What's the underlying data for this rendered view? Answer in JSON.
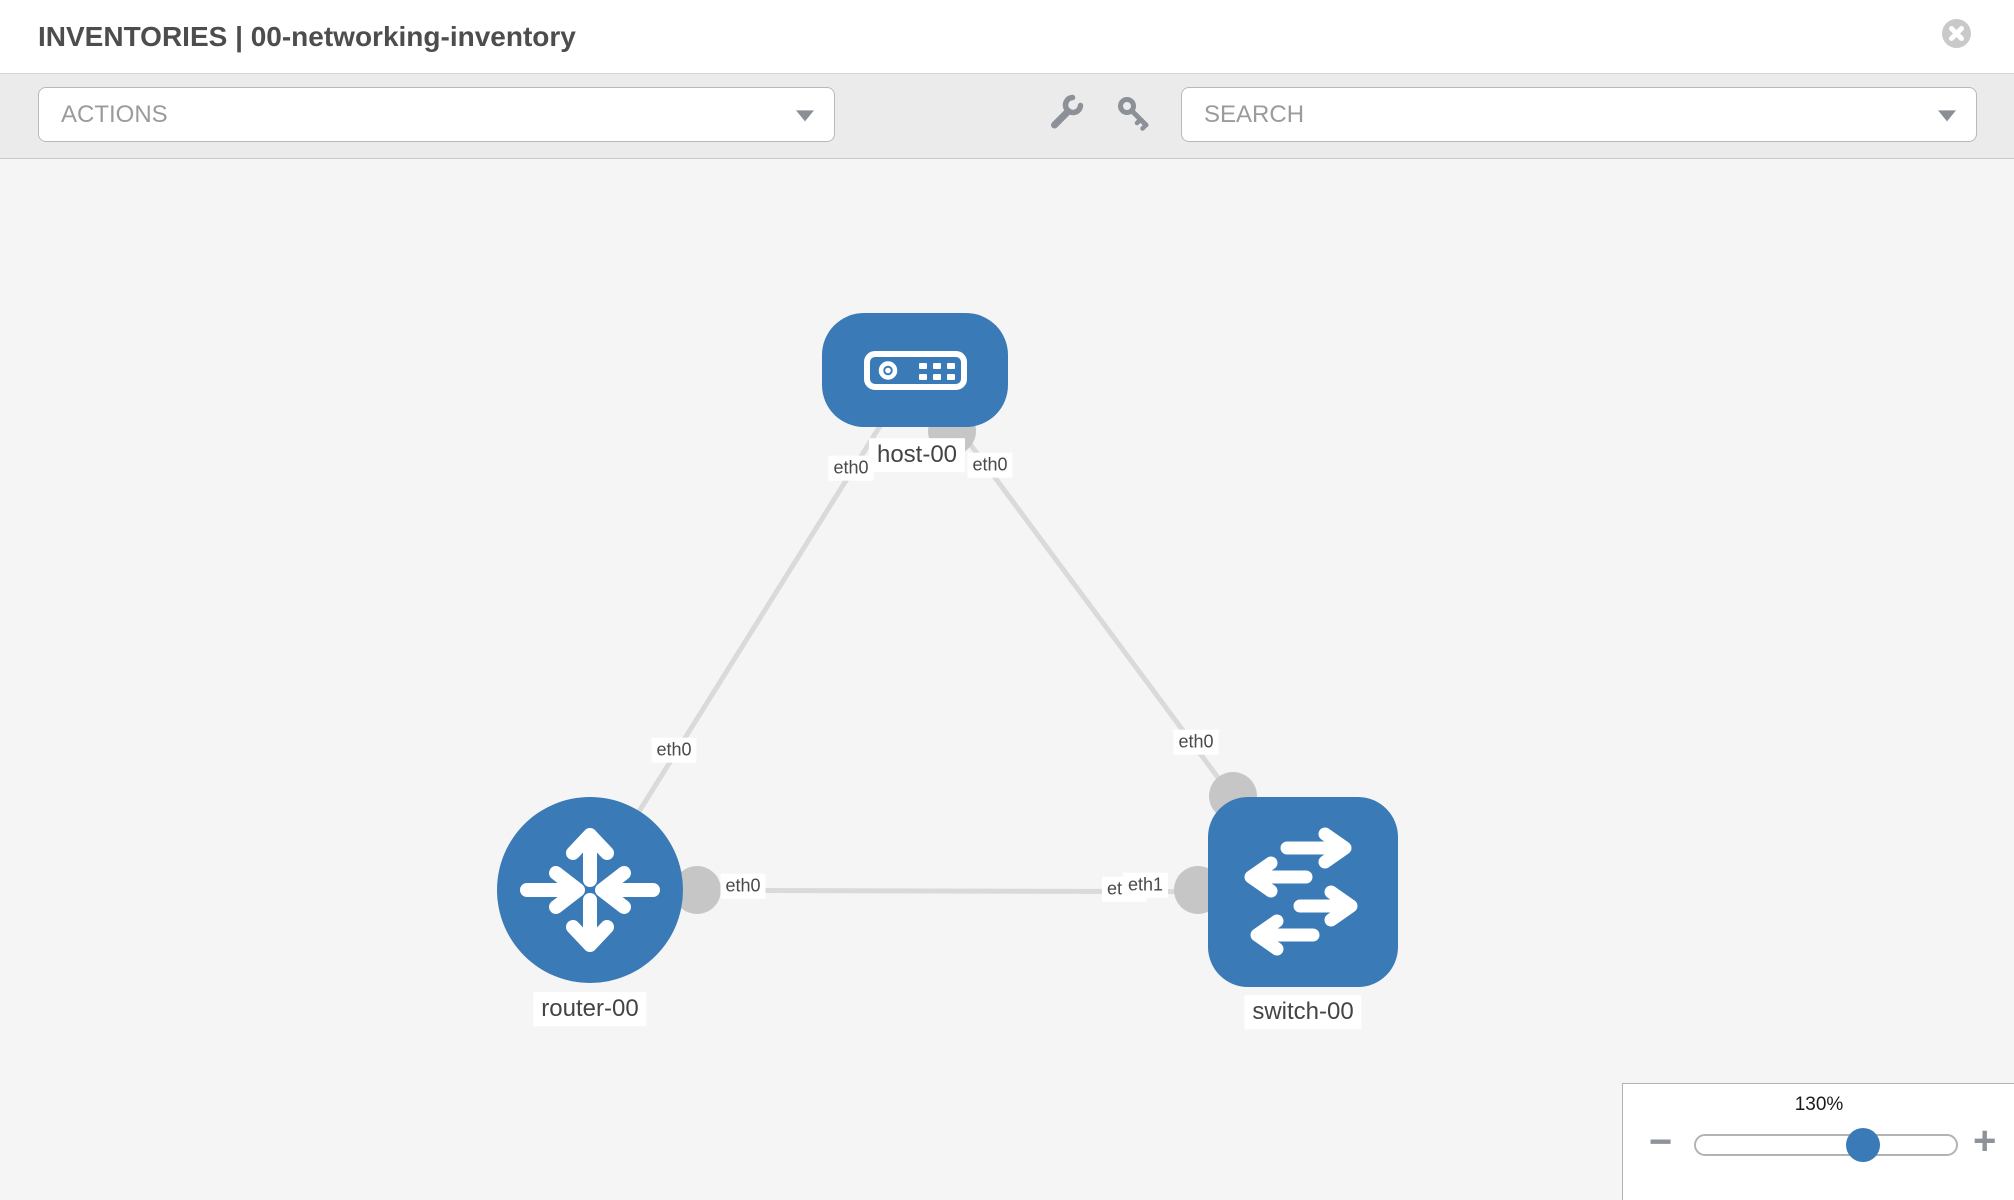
{
  "header": {
    "title": "INVENTORIES | 00-networking-inventory"
  },
  "toolbar": {
    "actions_label": "ACTIONS",
    "search_label": "SEARCH",
    "icons": [
      "wrench-icon",
      "key-icon"
    ]
  },
  "topology": {
    "nodes": [
      {
        "id": "host-00",
        "type": "host",
        "label": "host-00"
      },
      {
        "id": "router-00",
        "type": "router",
        "label": "router-00"
      },
      {
        "id": "switch-00",
        "type": "switch",
        "label": "switch-00"
      }
    ],
    "links": [
      {
        "source": "host-00",
        "source_interface": "eth0",
        "target": "router-00",
        "target_interface": "eth0"
      },
      {
        "source": "host-00",
        "source_interface": "eth0",
        "target": "switch-00",
        "target_interface": "eth0"
      },
      {
        "source": "router-00",
        "source_interface": "eth0",
        "target": "switch-00",
        "target_interface": "eth1",
        "target_interface_overlapped": "eth0"
      }
    ]
  },
  "zoom_control": {
    "level": "130%",
    "decrease_label": "−",
    "increase_label": "+"
  },
  "colors": {
    "node_blue": "#3a7ab7",
    "link_gray": "#dadada",
    "interface_gray": "#c6c6c6",
    "canvas_bg": "#f5f5f5",
    "toolbar_bg": "#ebebeb"
  }
}
